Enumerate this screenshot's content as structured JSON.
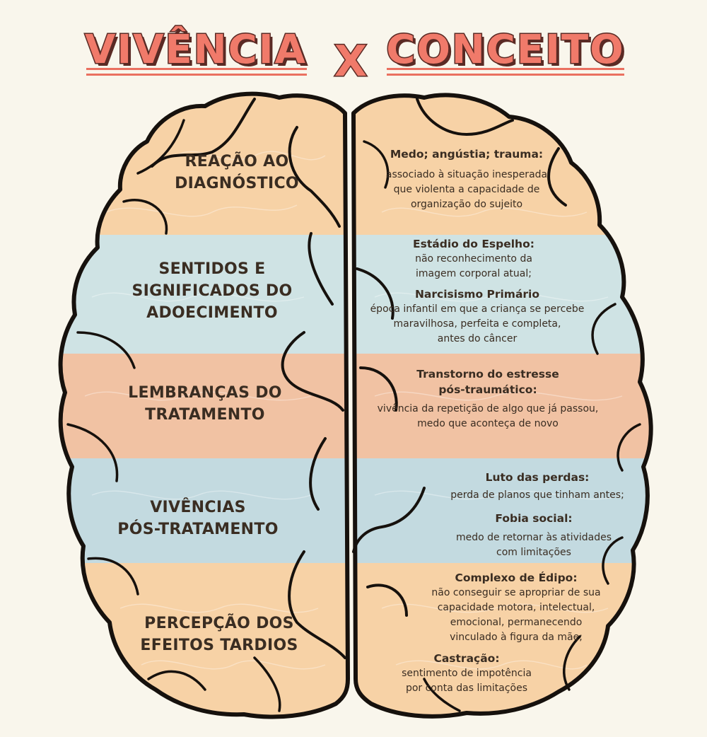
{
  "header": {
    "left_title": "VIVÊNCIA",
    "separator": "X",
    "right_title": "CONCEITO"
  },
  "colors": {
    "title_fill": "#f07a6a",
    "title_outline": "#5a2a24",
    "band_peach": "#f7d2a6",
    "band_blue": "#cfe3e4",
    "band_salmon": "#f1c2a3",
    "band_blue_dark": "#c3dae0",
    "brain_outline": "#16110d",
    "background": "#f9f6ec"
  },
  "vivencias": [
    {
      "lines": [
        "REAÇÃO AO",
        "DIAGNÓSTICO"
      ]
    },
    {
      "lines": [
        "SENTIDOS E",
        "SIGNIFICADOS DO",
        "ADOECIMENTO"
      ]
    },
    {
      "lines": [
        "LEMBRANÇAS DO",
        "TRATAMENTO"
      ]
    },
    {
      "lines": [
        "VIVÊNCIAS",
        "PÓS-TRATAMENTO"
      ]
    },
    {
      "lines": [
        "PERCEPÇÃO DOS",
        "EFEITOS TARDIOS"
      ]
    }
  ],
  "conceitos": [
    {
      "heading": "Medo; angústia; trauma:",
      "body": [
        "associado à situação inesperada",
        "que violenta a capacidade de",
        "organização do sujeito"
      ]
    },
    {
      "heading": "Estádio do Espelho:",
      "body": [
        "não reconhecimento da",
        "imagem corporal atual;"
      ]
    },
    {
      "heading": "Narcisismo Primário",
      "body": [
        "época infantil em que a criança se percebe",
        "maravilhosa, perfeita e completa,",
        "antes do câncer"
      ]
    },
    {
      "heading": "Transtorno do estresse",
      "heading2": "pós-traumático:",
      "body": [
        "vivência da repetição de algo que já passou,",
        "medo que aconteça de novo"
      ]
    },
    {
      "heading": "Luto das perdas:",
      "body": [
        "perda de planos que tinham antes;"
      ]
    },
    {
      "heading": "Fobia social:",
      "body": [
        "medo de retornar às atividades",
        "com limitações"
      ]
    },
    {
      "heading": "Complexo de Édipo:",
      "body": [
        "não conseguir se apropriar de sua",
        "capacidade motora, intelectual,",
        "emocional, permanecendo",
        "vinculado à figura da mãe;"
      ]
    },
    {
      "heading": "Castração:",
      "body": [
        "sentimento de impotência",
        "por conta das limitações"
      ]
    }
  ]
}
